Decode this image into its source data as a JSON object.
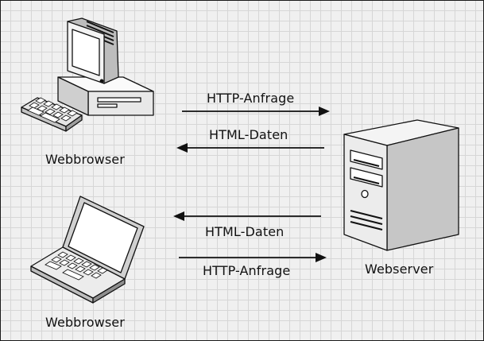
{
  "clients": [
    {
      "icon": "desktop-computer-icon",
      "label": "Webbrowser"
    },
    {
      "icon": "laptop-icon",
      "label": "Webbrowser"
    }
  ],
  "server": {
    "icon": "server-tower-icon",
    "label": "Webserver"
  },
  "arrows": [
    {
      "label": "HTTP-Anfrage",
      "direction": "right"
    },
    {
      "label": "HTML-Daten",
      "direction": "left"
    },
    {
      "label": "HTML-Daten",
      "direction": "left"
    },
    {
      "label": "HTTP-Anfrage",
      "direction": "right"
    }
  ]
}
